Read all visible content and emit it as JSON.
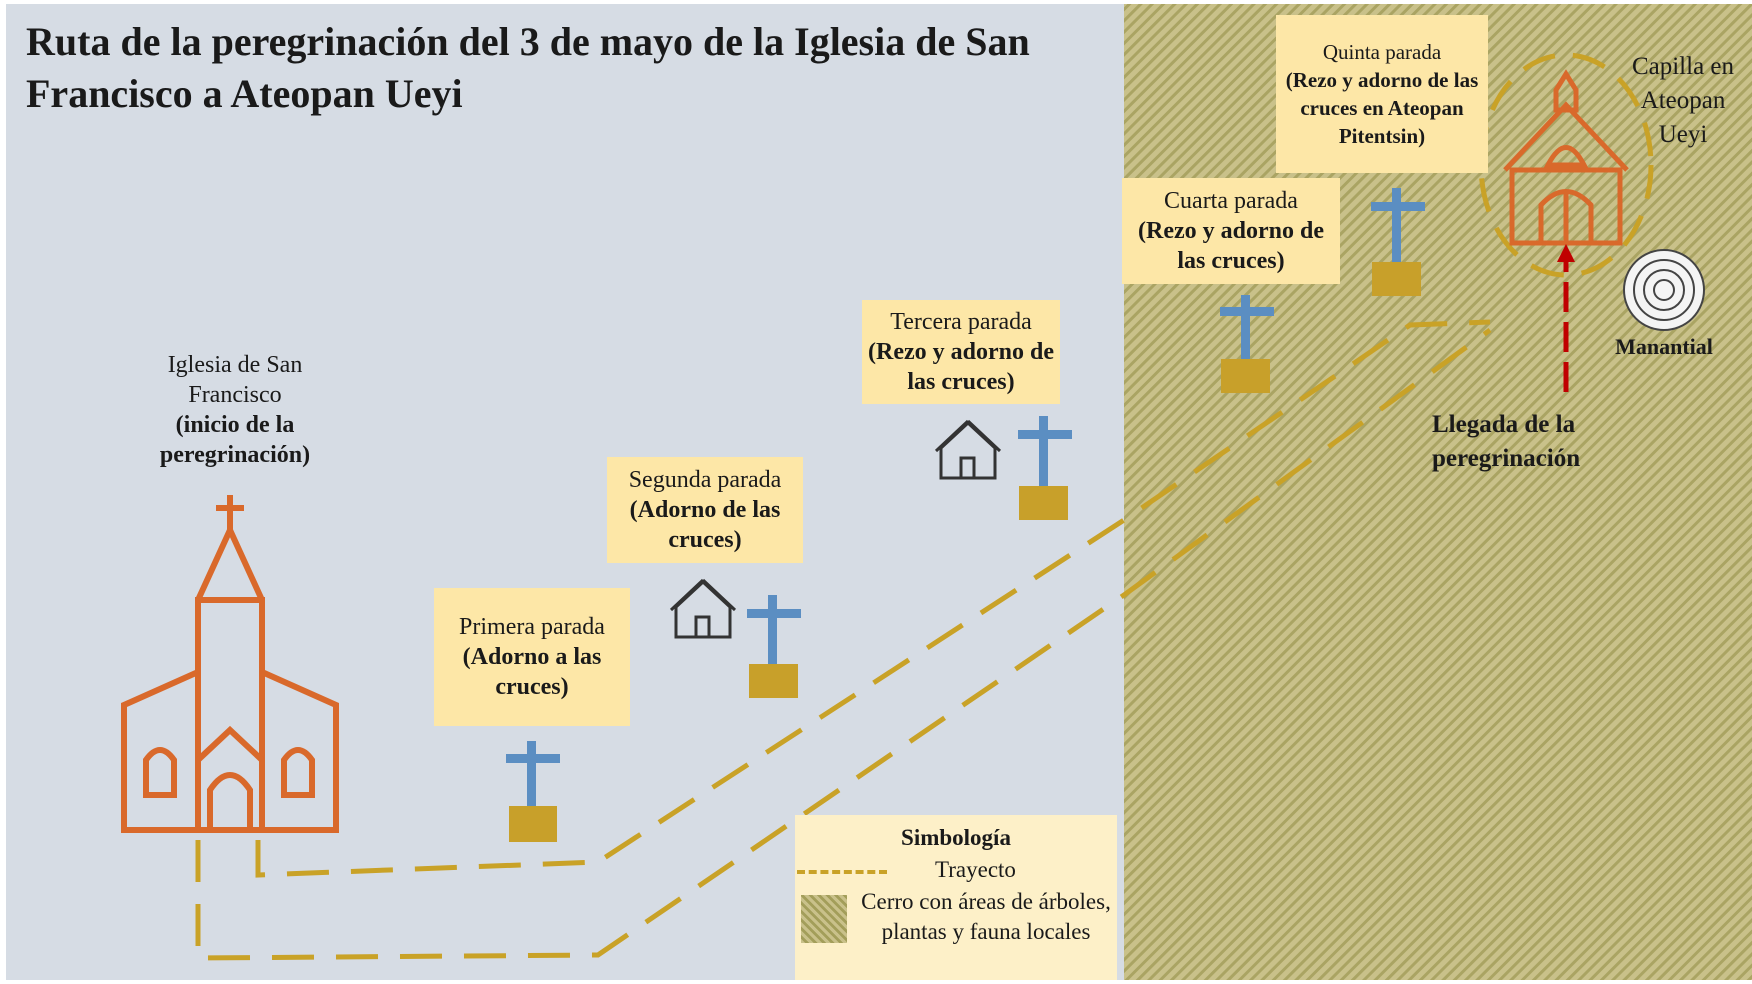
{
  "title": "Ruta de la peregrinación del 3 de mayo de la Iglesia de San Francisco a Ateopan Ueyi",
  "start_church": {
    "name": "Iglesia de San Francisco",
    "note": "(inicio de la peregrinación)"
  },
  "stops": [
    {
      "name": "Primera parada",
      "activity": "(Adorno a las cruces)"
    },
    {
      "name": "Segunda parada",
      "activity": "(Adorno de las cruces)"
    },
    {
      "name": "Tercera parada",
      "activity": "(Rezo y adorno de las cruces)"
    },
    {
      "name": "Cuarta parada",
      "activity": "(Rezo y adorno de las cruces)"
    },
    {
      "name": "Quinta parada",
      "activity": "(Rezo y adorno de las cruces en Ateopan Pitentsin)"
    }
  ],
  "chapel": {
    "name": "Capilla en Ateopan Ueyi"
  },
  "spring": {
    "label": "Manantial"
  },
  "arrival": {
    "label": "Llegada de la peregrinación"
  },
  "legend": {
    "title": "Simbología",
    "route": "Trayecto",
    "hill": "Cerro con áreas de árboles, plantas y fauna locales"
  },
  "colors": {
    "background": "#d6dce4",
    "hill_light": "#c9c18a",
    "hill_dark": "#a39e5a",
    "route": "#c9a227",
    "church": "#d9692b",
    "cross": "#5b8ec2",
    "cross_base": "#c8a02a",
    "label_box": "#fde7a7",
    "arrival_arrow": "#c00000"
  },
  "icons": [
    "church-icon",
    "chapel-icon",
    "cross-icon",
    "house-icon",
    "spring-icon",
    "arrow-up-icon"
  ]
}
